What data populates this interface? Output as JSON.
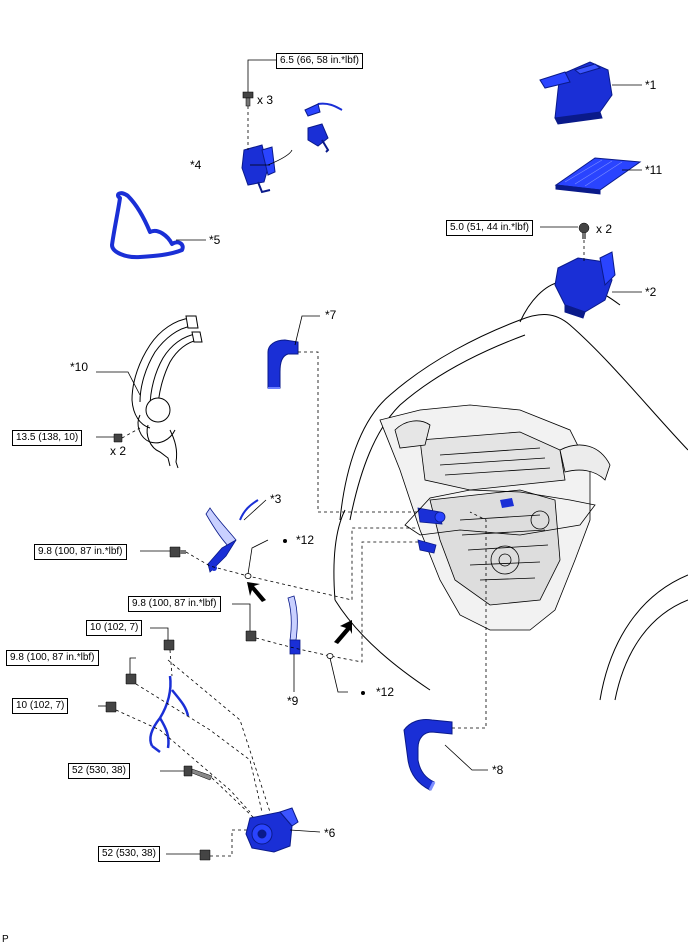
{
  "torque_labels": {
    "t1": "6.5 (66, 58 in.*lbf)",
    "t2": "5.0 (51, 44 in.*lbf)",
    "t3": "13.5 (138, 10)",
    "t4": "9.8 (100, 87 in.*lbf)",
    "t5": "9.8 (100, 87 in.*lbf)",
    "t6": "10 (102, 7)",
    "t7": "9.8 (100, 87 in.*lbf)",
    "t8": "10 (102, 7)",
    "t9": "52 (530, 38)",
    "t10": "52 (530, 38)"
  },
  "quantities": {
    "q1": "x 3",
    "q2": "x 2",
    "q3": "x 2"
  },
  "callouts": {
    "c1": "*1",
    "c11": "*11",
    "c2": "*2",
    "c4": "*4",
    "c5": "*5",
    "c7": "*7",
    "c10": "*10",
    "c3": "*3",
    "c12a": "*12",
    "c9": "*9",
    "c12b": "*12",
    "c8": "*8",
    "c6": "*6"
  },
  "footer": "P",
  "colors": {
    "part_blue": "#1a2fd6",
    "part_dark": "#0a1a8a",
    "line": "#000000"
  }
}
